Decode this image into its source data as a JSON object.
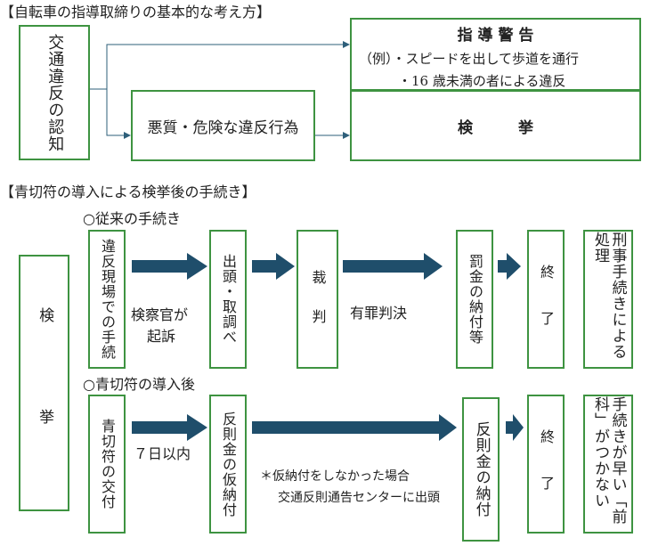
{
  "section1": {
    "title": "【自転車の指導取締りの基本的な考え方】",
    "violation_box": "交通違反の認知",
    "dangerous_box": "悪質・危険な違反行為",
    "guidance": {
      "title": "指 導 警 告",
      "line1": "（例）・スピードを出して歩道を通行",
      "line2": "・16 歳未満の者による違反"
    },
    "arrest_box": "検　　　挙"
  },
  "section2": {
    "title": "【青切符の導入による検挙後の手続き】",
    "arrest_box": "検　挙",
    "conventional": {
      "label": "○従来の手続き",
      "onsite": "違反現場での手続",
      "prosecutor_line1": "検察官が",
      "prosecutor_line2": "起訴",
      "appear": "出頭・取調べ",
      "trial": "裁　判",
      "guilty": "有罪判決",
      "fine": "罰金の納付等",
      "end": "終　了",
      "criminal": "刑事手続きによる処理"
    },
    "after": {
      "label": "○青切符の導入後",
      "ticket": "青切符の交付",
      "within": "７日以内",
      "provisional": "反則金の仮納付",
      "note_line1": "＊仮納付をしなかった場合",
      "note_line2": "交通反則通告センターに出頭",
      "payment": "反則金の納付",
      "end": "終　了",
      "quick": "手続きが早い「前科」がつかない"
    }
  },
  "colors": {
    "box_border": "#3e9341",
    "arrow_fill": "#1f4e6b",
    "connector": "#2e5f7a"
  }
}
